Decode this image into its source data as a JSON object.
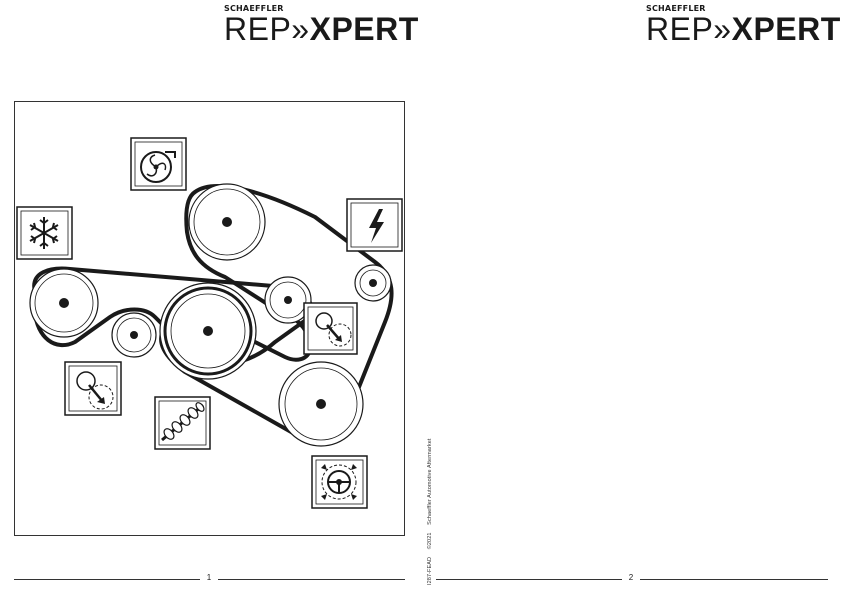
{
  "header": {
    "brand": "SCHAEFFLER",
    "product_thin": "REP",
    "product_bold": "XPERT"
  },
  "diagram": {
    "icons": [
      "water-pump-icon",
      "ac-compressor-icon",
      "alternator-icon",
      "tensioner-icon",
      "tensioner-icon",
      "crankshaft-icon",
      "power-steering-icon"
    ]
  },
  "sideline": {
    "code": "I287-FEAD",
    "copyright": "©2021",
    "publisher": "Schaeffler Automotive Aftermarket"
  },
  "footer": {
    "page_left": "1",
    "page_right": "2"
  }
}
